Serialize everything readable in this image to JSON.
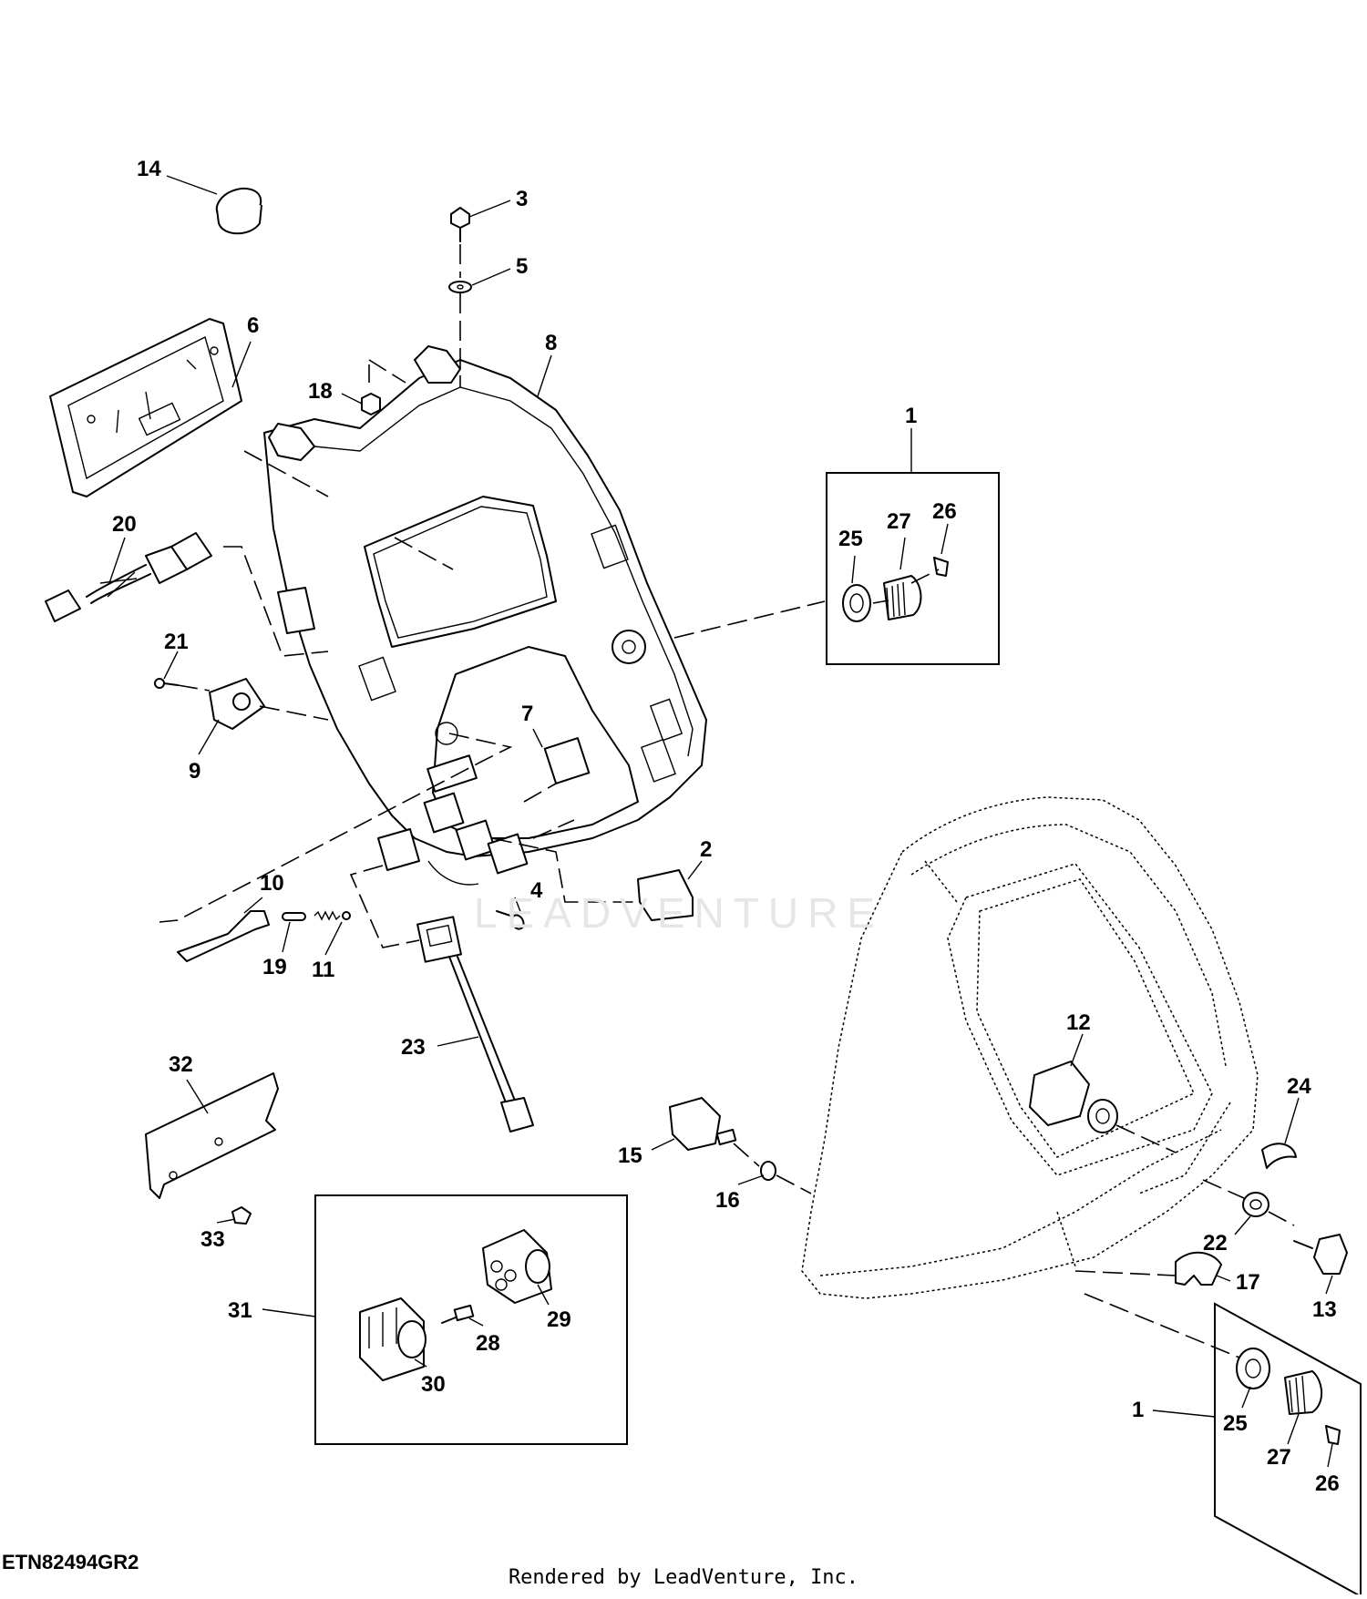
{
  "diagram": {
    "drawing_id": "ETN82494GR2",
    "credit": "Rendered by LeadVenture, Inc.",
    "watermark": "LEADVENTURE",
    "callouts": {
      "c1a": "1",
      "c1b": "1",
      "c2": "2",
      "c3": "3",
      "c4": "4",
      "c5": "5",
      "c6": "6",
      "c7": "7",
      "c8": "8",
      "c9": "9",
      "c10": "10",
      "c11": "11",
      "c12": "12",
      "c13": "13",
      "c14": "14",
      "c15": "15",
      "c16": "16",
      "c17": "17",
      "c18": "18",
      "c19": "19",
      "c20": "20",
      "c21": "21",
      "c22": "22",
      "c23": "23",
      "c24": "24",
      "c25a": "25",
      "c25b": "25",
      "c26a": "26",
      "c26b": "26",
      "c27a": "27",
      "c27b": "27",
      "c28": "28",
      "c29": "29",
      "c30": "30",
      "c31": "31",
      "c32": "32",
      "c33": "33"
    }
  }
}
